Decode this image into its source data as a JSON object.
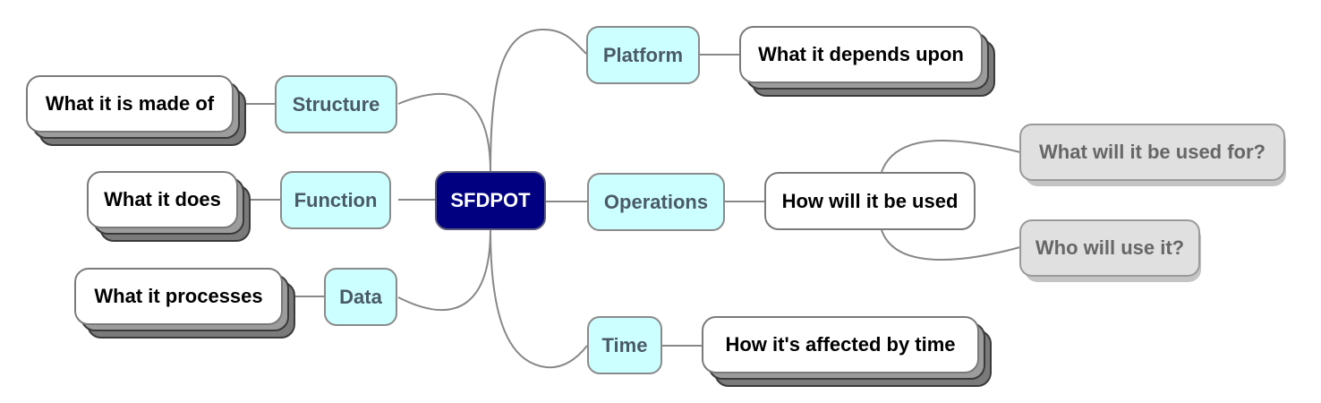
{
  "root": {
    "label": "SFDPOT"
  },
  "categories": {
    "structure": {
      "label": "Structure",
      "description": "What it is made of"
    },
    "function": {
      "label": "Function",
      "description": "What it does"
    },
    "data": {
      "label": "Data",
      "description": "What it processes"
    },
    "platform": {
      "label": "Platform",
      "description": "What it depends upon"
    },
    "operations": {
      "label": "Operations",
      "description": "How will it be used",
      "children": [
        "What will it be used for?",
        "Who will use it?"
      ]
    },
    "time": {
      "label": "Time",
      "description": "How it's affected by time"
    }
  },
  "colors": {
    "root_fill": "#000080",
    "category_fill": "#ccffff",
    "leaf_fill": "#ffffff",
    "sub_leaf_fill": "#e0e0e0",
    "connector": "#888888"
  }
}
